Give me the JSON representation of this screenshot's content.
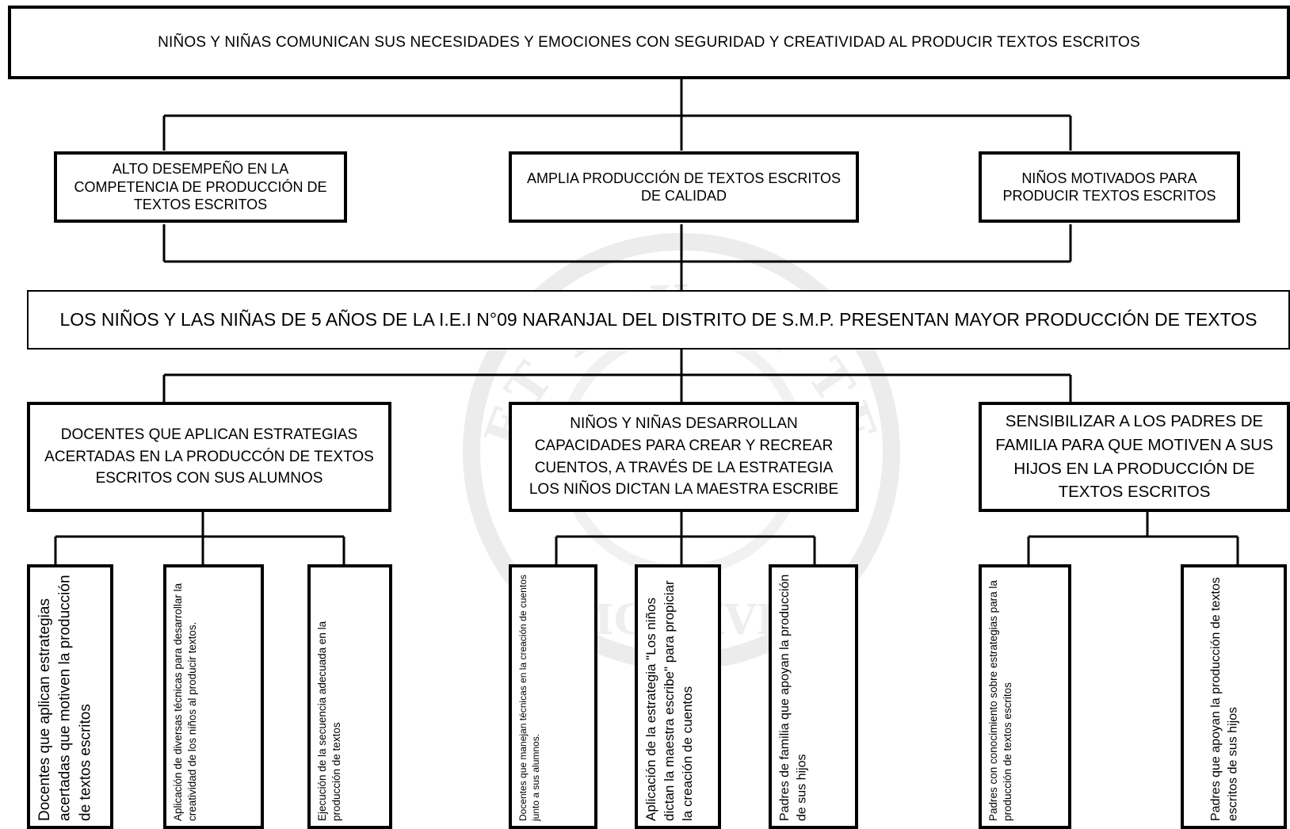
{
  "top_box": "NIÑOS Y NIÑAS  COMUNICAN SUS NECESIDADES Y EMOCIONES CON  SEGURIDAD Y CREATIVIDAD AL PRODUCIR TEXTOS ESCRITOS",
  "effects": [
    "ALTO DESEMPEÑO EN  LA COMPETENCIA DE PRODUCCIÓN DE TEXTOS ESCRITOS",
    "AMPLIA PRODUCCIÓN DE TEXTOS ESCRITOS DE CALIDAD",
    "NIÑOS MOTIVADOS PARA PRODUCIR TEXTOS ESCRITOS"
  ],
  "central_goal": "LOS NIÑOS Y LAS NIÑAS DE 5 AÑOS DE LA I.E.I N°09 NARANJAL DEL DISTRITO DE S.M.P. PRESENTAN MAYOR PRODUCCIÓN DE TEXTOS",
  "means": [
    "DOCENTES QUE APLICAN ESTRATEGIAS ACERTADAS EN LA PRODUCCÓN DE TEXTOS ESCRITOS CON SUS ALUMNOS",
    "NIÑOS Y NIÑAS DESARROLLAN CAPACIDADES PARA CREAR Y RECREAR CUENTOS, A TRAVÉS DE LA ESTRATEGIA LOS NIÑOS DICTAN LA MAESTRA ESCRIBE",
    "SENSIBILIZAR A LOS PADRES DE FAMILIA PARA QUE MOTIVEN A SUS HIJOS EN LA PRODUCCIÓN DE TEXTOS ESCRITOS"
  ],
  "leaves": [
    "Docentes que aplican estrategias acertadas que motiven la producción de textos escritos",
    "Aplicación de diversas técnicas para desarrollar la creatividad de los niños al producir textos.",
    "Ejecución de la secuencia adecuada en  la producción de textos",
    "Docentes que manejan técnicas en la creación de cuentos junto a sus alumnos.",
    "Aplicación de la estrategia \"Los niños dictan la maestra escribe\" para propiciar la creación de cuentos",
    "Padres de familia que apoyan la producción de sus hijos",
    "Padres con conocimiento sobre estrategias para la producción de  textos escritos",
    "Padres que apoyan la producción de textos escritos de sus hijos"
  ],
  "watermark_text": "ET LUX IN TENEBRIS LUCET",
  "watermark_year": "MCMXVII"
}
